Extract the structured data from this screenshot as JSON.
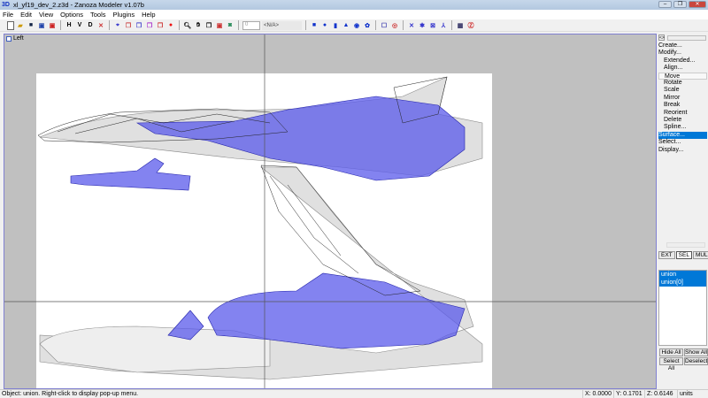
{
  "window": {
    "logo": "3D",
    "title": "xl_yf19_dev_2.z3d - Zanoza Modeler v1.07b"
  },
  "menu": [
    "File",
    "Edit",
    "View",
    "Options",
    "Tools",
    "Plugins",
    "Help"
  ],
  "toolbar": {
    "h": "H",
    "v": "V",
    "d": "D",
    "spin_value": "0",
    "selection_name": "<N/A>"
  },
  "viewport": {
    "label": "Left"
  },
  "panel": {
    "commands": [
      {
        "label": "Create...",
        "level": 0
      },
      {
        "label": "Modify...",
        "level": 0
      },
      {
        "label": "Extended...",
        "level": 1
      },
      {
        "label": "Align...",
        "level": 1
      },
      {
        "label": "Move",
        "level": 1,
        "boxed": true
      },
      {
        "label": "Rotate",
        "level": 1
      },
      {
        "label": "Scale",
        "level": 1
      },
      {
        "label": "Mirror",
        "level": 1
      },
      {
        "label": "Break",
        "level": 1
      },
      {
        "label": "Reorient",
        "level": 1
      },
      {
        "label": "Delete",
        "level": 1
      },
      {
        "label": "Spline...",
        "level": 1
      },
      {
        "label": "Surface...",
        "level": 0,
        "selected": true
      },
      {
        "label": "Select...",
        "level": 0
      },
      {
        "label": "Display...",
        "level": 0
      }
    ],
    "tabs": [
      "EXT",
      "SEL",
      "MUL"
    ],
    "active_tab": "SEL",
    "objects": [
      "union",
      "union[0]"
    ],
    "hide_all": "Hide All",
    "show_all": "Show All",
    "select_all": "Select All",
    "deselect": "Deselect"
  },
  "status": {
    "message": "Object: union. Right-click to display pop-up menu.",
    "x": "X: 0.0000",
    "y": "Y: 0.1701",
    "z": "Z: 0.6146",
    "units": "units"
  },
  "colors": {
    "accent": "#0078d7",
    "mesh": "#5555ee",
    "viewport_bg": "#c0c0c0"
  }
}
